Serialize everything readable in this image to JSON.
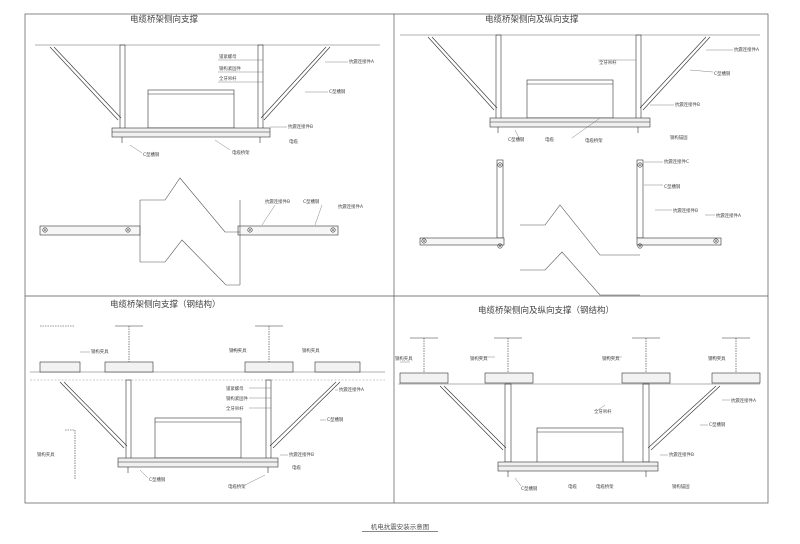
{
  "panels": [
    {
      "id": "p1",
      "title": "电缆桥架侧向支撑"
    },
    {
      "id": "p2",
      "title": "电缆桥架侧向及纵向支撑"
    },
    {
      "id": "p3",
      "title": "电缆桥架侧向支撑（钢结构）"
    },
    {
      "id": "p4",
      "title": "电缆桥架侧向及纵向支撑（钢结构）"
    }
  ],
  "labels": {
    "channel_steel": "C型槽钢",
    "anchor_a": "抗震连接件A",
    "anchor_b": "抗震连接件B",
    "anchor_c": "抗震连接件C",
    "fastener": "钢构紧固件",
    "tray": "电缆桥架",
    "anchor_bolt": "钢构锚固",
    "lock_screw": "锁紧螺母",
    "clamp_plate": "钢构夹具",
    "cable": "电缆",
    "rod": "全牙吊杆"
  },
  "footer": "机电抗震安装示意图"
}
